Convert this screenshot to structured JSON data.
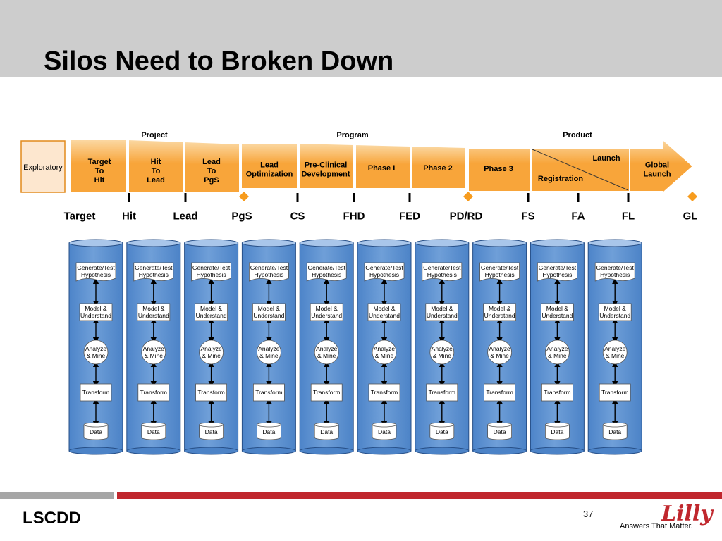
{
  "slide": {
    "title": "Silos Need to Broken Down",
    "footer_left": "LSCDD",
    "page_number": "37",
    "logo": "Lilly",
    "tagline": "Answers That Matter."
  },
  "colors": {
    "header_band": "#cdcdcd",
    "orange": "#f8a53a",
    "orange_light": "#fbd9a4",
    "cylinder_blue": "#6f9fd8",
    "cylinder_top": "#a9c6ea",
    "diamond": "#f79c1e",
    "footer_red": "#c0272d",
    "footer_gray": "#a6a6a6"
  },
  "pipeline": {
    "exploratory": "Exploratory",
    "groups": [
      "Project",
      "Program",
      "Product"
    ],
    "segments": [
      [
        "Target",
        "To",
        "Hit"
      ],
      [
        "Hit",
        "To",
        "Lead"
      ],
      [
        "Lead",
        "To",
        "PgS"
      ],
      [
        "Lead",
        "Optimization"
      ],
      [
        "Pre-Clinical",
        "Development"
      ],
      [
        "Phase I"
      ],
      [
        "Phase 2"
      ],
      [
        "Phase 3"
      ],
      [
        "Global",
        "Launch"
      ]
    ],
    "launch": "Launch",
    "registration": "Registration"
  },
  "milestones": [
    "Target",
    "Hit",
    "Lead",
    "PgS",
    "CS",
    "FHD",
    "FED",
    "PD/RD",
    "FS",
    "FA",
    "FL",
    "GL"
  ],
  "stack_steps": [
    "Generate/Test Hypothesis",
    "Model & Understand",
    "Analyze & Mine",
    "Transform",
    "Data"
  ],
  "column_count": 10
}
